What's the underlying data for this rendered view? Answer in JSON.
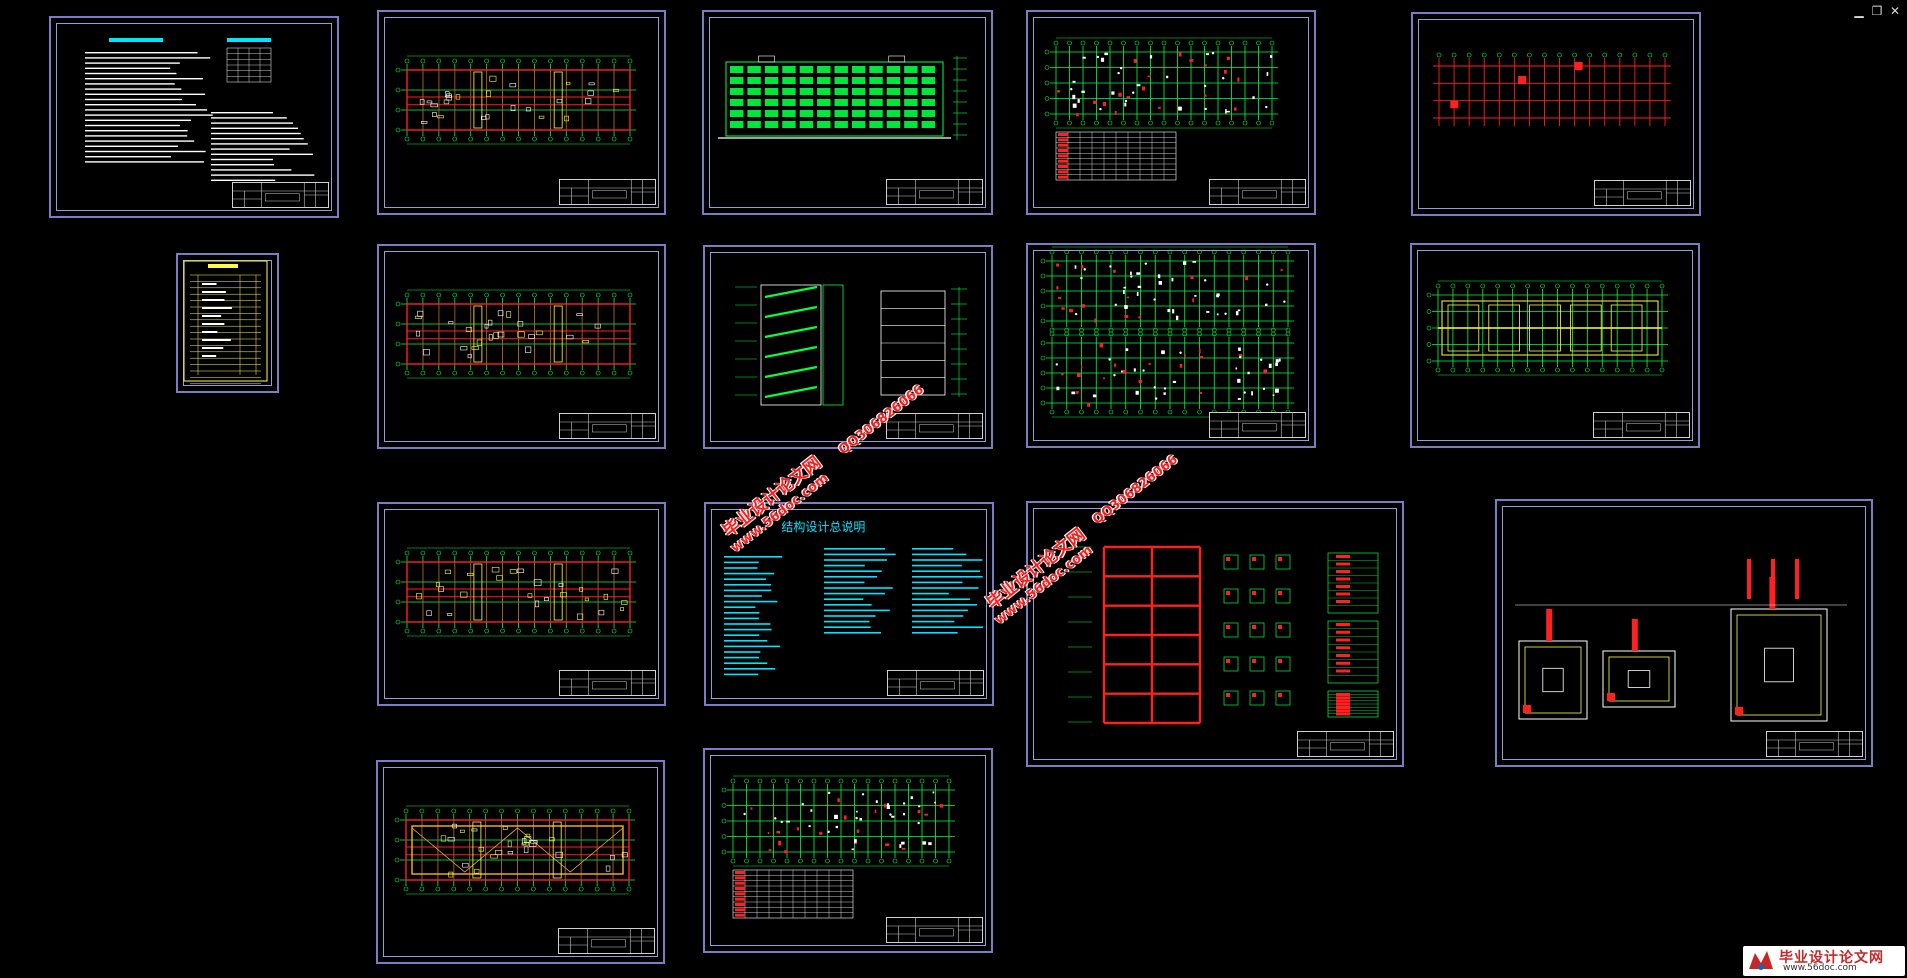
{
  "window": {
    "controls": {
      "minimize": "▁",
      "restore": "❐",
      "close": "✕"
    }
  },
  "sheets": [
    {
      "id": "s1",
      "kind": "notes",
      "heading": "",
      "title": ""
    },
    {
      "id": "s2",
      "kind": "plan",
      "heading": "",
      "title": ""
    },
    {
      "id": "s3",
      "kind": "elevation",
      "heading": "",
      "title": ""
    },
    {
      "id": "s4",
      "kind": "struct",
      "heading": "",
      "title": ""
    },
    {
      "id": "s5",
      "kind": "redgrid",
      "heading": "",
      "title": ""
    },
    {
      "id": "s6",
      "kind": "schedule",
      "heading": "",
      "title": ""
    },
    {
      "id": "s7",
      "kind": "plan",
      "heading": "",
      "title": ""
    },
    {
      "id": "s8",
      "kind": "section",
      "heading": "",
      "title": ""
    },
    {
      "id": "s9",
      "kind": "struct2",
      "heading": "",
      "title": ""
    },
    {
      "id": "s10",
      "kind": "foundation",
      "heading": "",
      "title": ""
    },
    {
      "id": "s11",
      "kind": "plan",
      "heading": "",
      "title": ""
    },
    {
      "id": "s12",
      "kind": "textnotes",
      "heading": "结构设计总说明",
      "title": ""
    },
    {
      "id": "s13",
      "kind": "frame",
      "heading": "",
      "title": ""
    },
    {
      "id": "s14",
      "kind": "footings",
      "heading": "",
      "title": ""
    },
    {
      "id": "s15",
      "kind": "roof",
      "heading": "",
      "title": ""
    },
    {
      "id": "s16",
      "kind": "struct",
      "heading": "",
      "title": ""
    }
  ],
  "watermarks": [
    {
      "line1": "毕业设计论文网",
      "line2": "www.56doc.com",
      "line3": "QQ306826066"
    },
    {
      "line1": "毕业设计论文网",
      "line2": "www.56doc.com",
      "line3": "QQ306826066"
    }
  ],
  "logo": {
    "main": "毕业设计论文网",
    "sub": "www.56doc.com"
  },
  "colors": {
    "background": "#000000",
    "sheet_border": "#7b7cc4",
    "grid_green": "#00ff40",
    "wall_red": "#ff2020",
    "text_cyan": "#00e5ff",
    "hatch_yellow": "#ffff40",
    "watermark_red": "#ff1a1a"
  }
}
